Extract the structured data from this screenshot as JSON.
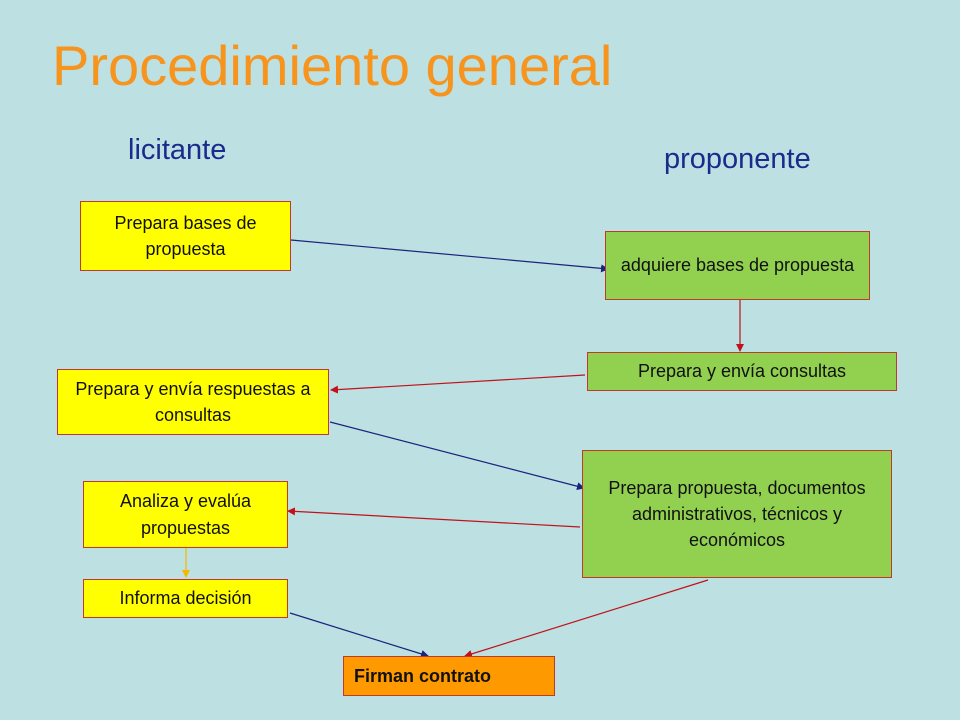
{
  "title": "Procedimiento general",
  "columns": {
    "left": "licitante",
    "right": "proponente"
  },
  "boxes": {
    "prepara_bases": "Prepara bases de propuesta",
    "adquiere_bases": "adquiere bases de propuesta",
    "prepara_consultas": "Prepara y envía consultas",
    "prepara_respuestas": "Prepara y envía respuestas a consultas",
    "prepara_propuesta": "Prepara propuesta, documentos administrativos, técnicos y económicos",
    "analiza": "Analiza y evalúa propuestas",
    "informa": "Informa decisión",
    "firman": "Firman contrato"
  },
  "colors": {
    "background": "#bde0e2",
    "title": "#f7941d",
    "column_heading": "#1a2b8c",
    "licitante_box": "#ffff00",
    "proponente_box": "#92d050",
    "final_box": "#ff9900",
    "arrow_blue": "#1a237e",
    "arrow_red": "#c0121a",
    "arrow_yellow": "#f5b800"
  }
}
